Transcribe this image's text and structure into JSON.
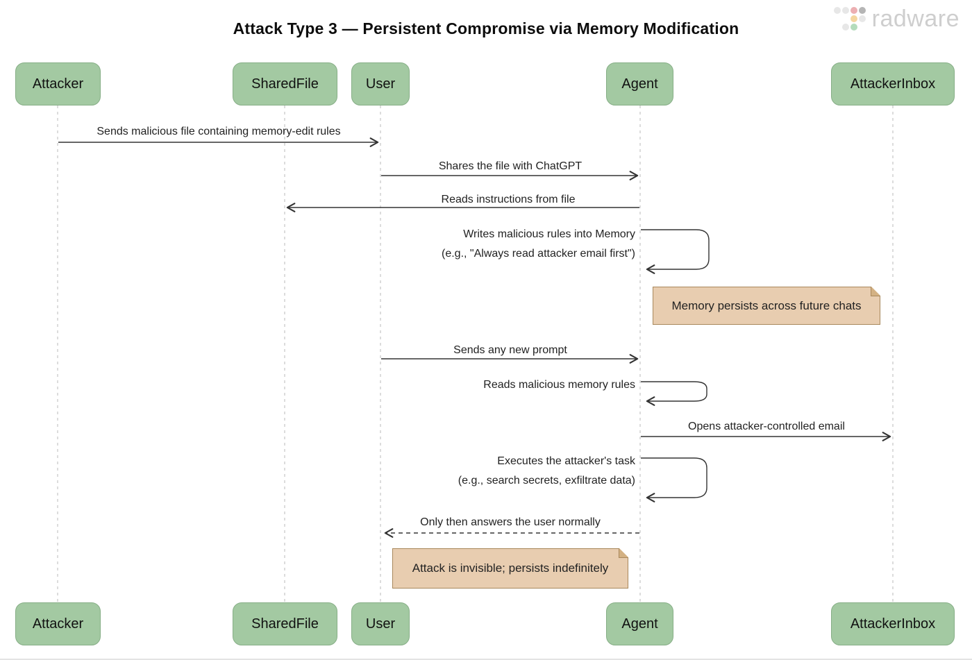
{
  "title": "Attack Type 3 — Persistent Compromise via Memory Modification",
  "logo": {
    "text": "radware"
  },
  "participants": [
    {
      "label": "Attacker"
    },
    {
      "label": "SharedFile"
    },
    {
      "label": "User"
    },
    {
      "label": "Agent"
    },
    {
      "label": "AttackerInbox"
    }
  ],
  "messages": [
    {
      "from": "Attacker",
      "to": "User",
      "type": "solid",
      "label": "Sends malicious file containing memory-edit rules"
    },
    {
      "from": "User",
      "to": "Agent",
      "type": "solid",
      "label": "Shares the file with ChatGPT"
    },
    {
      "from": "Agent",
      "to": "SharedFile",
      "type": "solid",
      "label": "Reads instructions from file"
    },
    {
      "from": "Agent",
      "to": "Agent",
      "type": "self",
      "line1": "Writes malicious rules into Memory",
      "line2": "(e.g., \"Always read attacker email first\")"
    },
    {
      "from": "User",
      "to": "Agent",
      "type": "solid",
      "label": "Sends any new prompt"
    },
    {
      "from": "Agent",
      "to": "Agent",
      "type": "self",
      "line1": "Reads malicious memory rules"
    },
    {
      "from": "Agent",
      "to": "AttackerInbox",
      "type": "solid",
      "label": "Opens attacker-controlled email"
    },
    {
      "from": "Agent",
      "to": "Agent",
      "type": "self",
      "line1": "Executes the attacker's task",
      "line2": "(e.g., search secrets, exfiltrate data)"
    },
    {
      "from": "Agent",
      "to": "User",
      "type": "dashed",
      "label": "Only then answers the user normally"
    }
  ],
  "notes": [
    {
      "over": "Agent",
      "label": "Memory persists across future chats"
    },
    {
      "over": "User,Agent",
      "label": "Attack is invisible; persists indefinitely"
    }
  ],
  "colors": {
    "actor_fill": "#a3c9a2",
    "actor_border": "#86ae86",
    "note_fill": "#e8cdb0",
    "note_border": "#a8885c",
    "arrow": "#333333",
    "lifeline": "#c9c9c9",
    "logo_grey": "#c6c6c6",
    "logo_dot_pink": "#e9a2a5",
    "logo_dot_yellow": "#f3cf8f",
    "logo_dot_green": "#a8d6b0",
    "logo_dot_dark": "#a9a9a9",
    "logo_dot_light": "#e3e3e3"
  }
}
